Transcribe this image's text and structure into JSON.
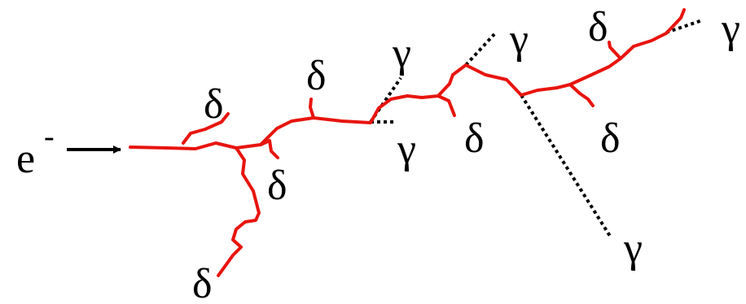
{
  "labels": {
    "electron": "e",
    "electron_charge": "-",
    "delta": "δ",
    "gamma": "γ"
  },
  "colors": {
    "track": "#e8140e",
    "photon": "#000000",
    "text": "#000000"
  }
}
